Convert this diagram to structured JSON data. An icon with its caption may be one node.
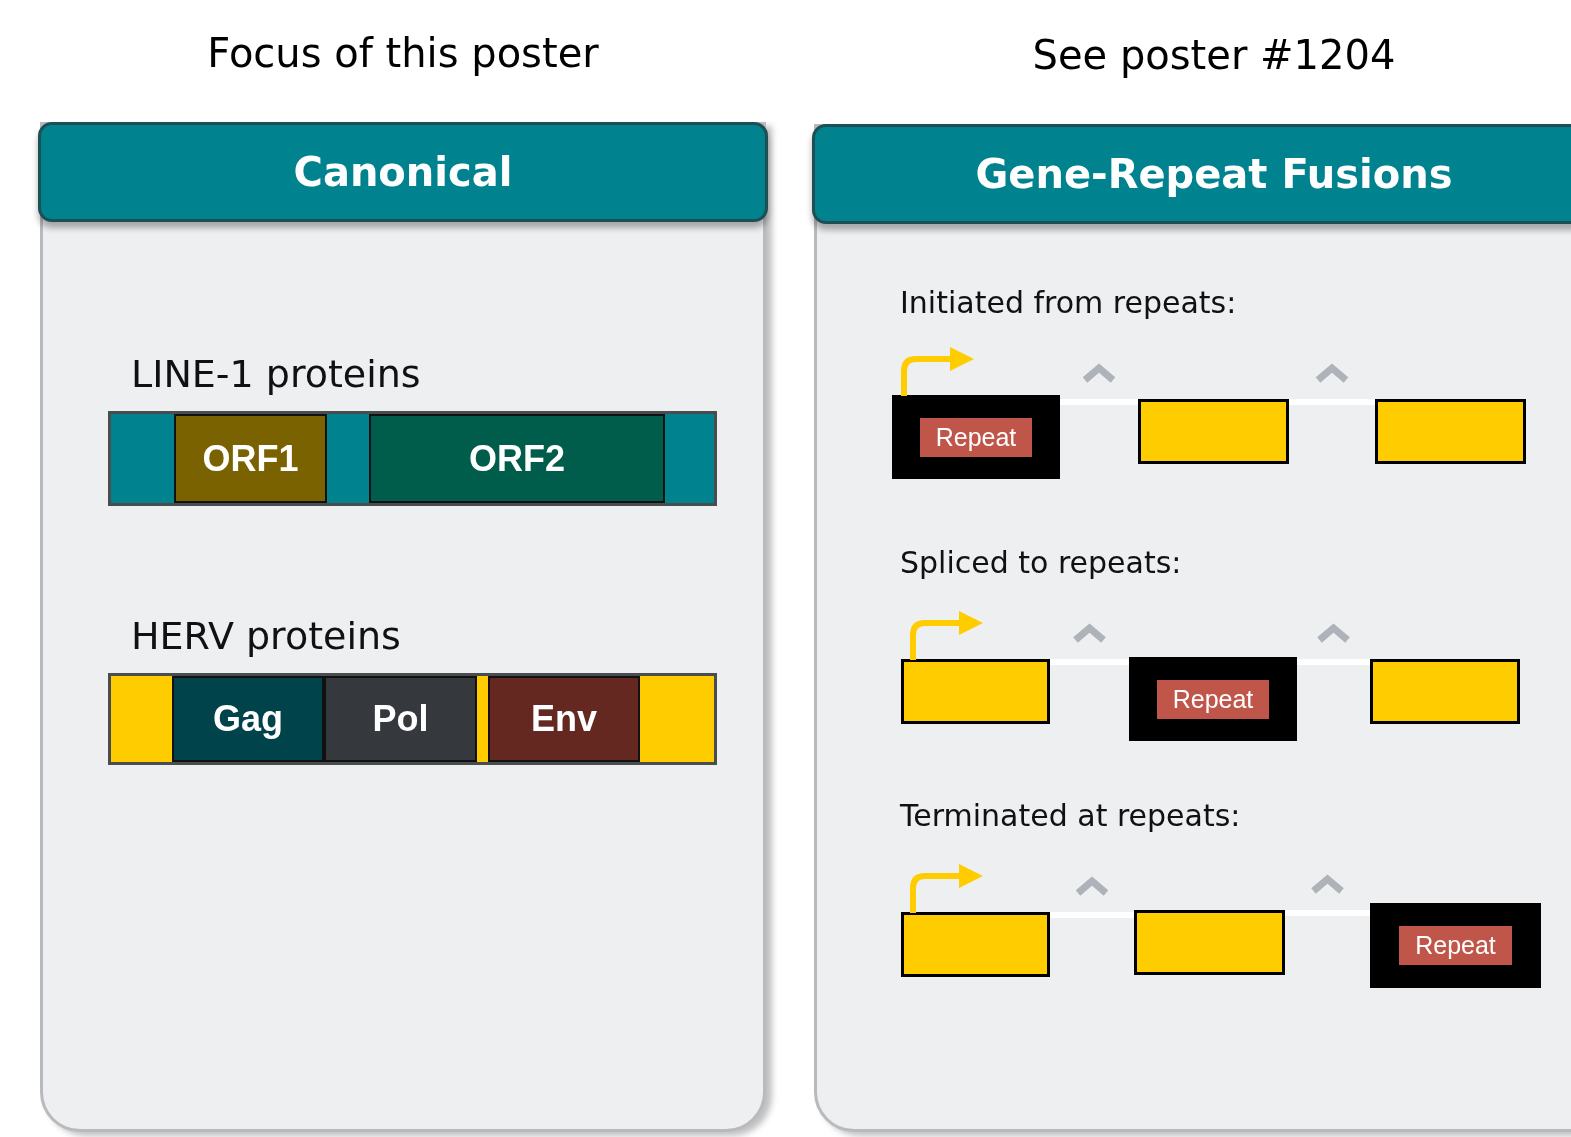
{
  "diagram": {
    "nodes": [
      {
        "text": [
          "Canonical"
        ],
        "beside": [
          "Focus of this poster"
        ]
      },
      {
        "text": [
          "LINE-1 proteins"
        ],
        "in": 0
      },
      {
        "text": [
          "ORF1"
        ],
        "in": 1
      },
      {
        "text": [
          "ORF2"
        ],
        "in": 1
      },
      {
        "text": [
          "HERV proteins"
        ],
        "in": 0
      },
      {
        "text": [
          "Gag"
        ],
        "in": 4
      },
      {
        "text": [
          "Pol"
        ],
        "in": 4
      },
      {
        "text": [
          "Env"
        ],
        "in": 4
      },
      {
        "text": [
          "Gene-Repeat Fusions"
        ],
        "beside": [
          "See poster #1204"
        ]
      },
      {
        "text": [
          "Repeat"
        ],
        "in": 8
      },
      {
        "text": [],
        "shape": "box",
        "in": 8
      },
      {
        "text": [],
        "shape": "box",
        "in": 8
      },
      {
        "text": [],
        "shape": "box",
        "in": 8
      },
      {
        "text": [
          "Repeat"
        ],
        "in": 8
      },
      {
        "text": [],
        "shape": "box",
        "in": 8
      },
      {
        "text": [],
        "shape": "box",
        "in": 8
      },
      {
        "text": [],
        "shape": "box",
        "in": 8
      },
      {
        "text": [
          "Repeat"
        ],
        "in": 8
      }
    ],
    "edges": [
      {
        "from": 9,
        "to": null,
        "arrow": "to",
        "color": "#ffcc00"
      },
      {
        "from": 9,
        "to": 10,
        "arrow": "none"
      },
      {
        "from": 10,
        "to": 11,
        "arrow": "none"
      },
      {
        "from": 12,
        "to": null,
        "arrow": "to",
        "color": "#ffcc00"
      },
      {
        "from": 12,
        "to": 13,
        "arrow": "none"
      },
      {
        "from": 13,
        "to": 14,
        "arrow": "none"
      },
      {
        "from": 15,
        "to": null,
        "arrow": "to",
        "color": "#ffcc00"
      },
      {
        "from": 15,
        "to": 16,
        "arrow": "none"
      },
      {
        "from": 16,
        "to": 17,
        "arrow": "none"
      }
    ],
    "labels": [
      "Initiated from repeats:",
      "Spliced to repeats:",
      "Terminated at repeats:"
    ]
  }
}
